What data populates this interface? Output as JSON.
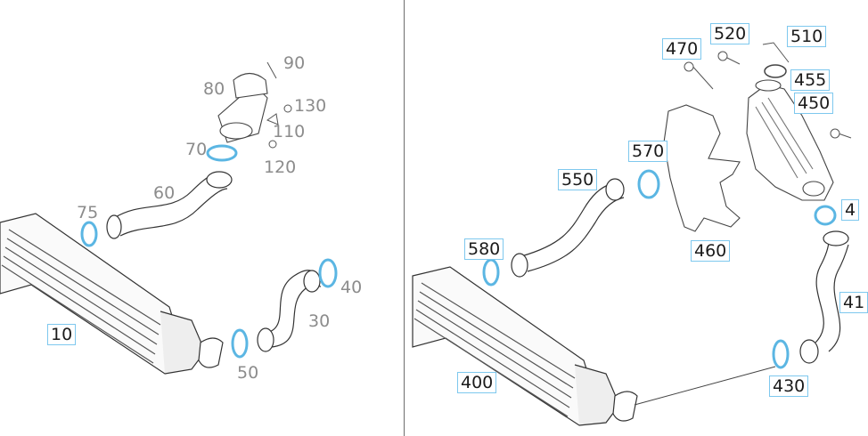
{
  "left_panel": {
    "labels": {
      "p10": "10",
      "p30": "30",
      "p40": "40",
      "p50": "50",
      "p60": "60",
      "p70": "70",
      "p75": "75",
      "p80": "80",
      "p90": "90",
      "p110": "110",
      "p120": "120",
      "p130": "130"
    }
  },
  "right_panel": {
    "labels": {
      "p400": "400",
      "p41x": "41",
      "p4xx": "4",
      "p430": "430",
      "p450": "450",
      "p455": "455",
      "p460": "460",
      "p470": "470",
      "p510": "510",
      "p520": "520",
      "p550": "550",
      "p570": "570",
      "p580": "580"
    }
  },
  "colors": {
    "seal_highlight": "#5bb6e3",
    "callout_border": "#7ec8ee",
    "line_art": "#3a3a3a",
    "faded_label": "#8c8c8c"
  }
}
